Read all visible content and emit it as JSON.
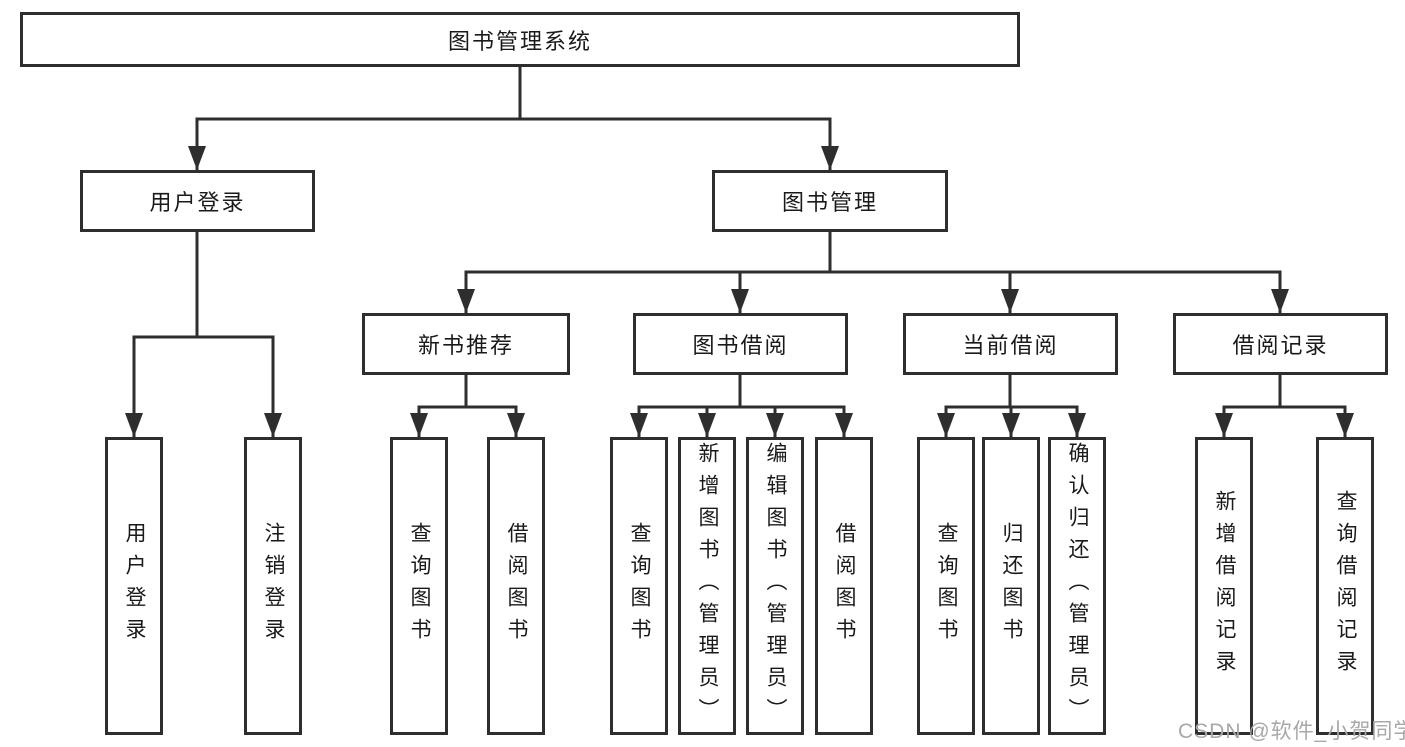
{
  "nodes": {
    "root": {
      "label": "图书管理系统"
    },
    "user_login": {
      "label": "用户登录"
    },
    "book_mgmt": {
      "label": "图书管理"
    },
    "new_book_rec": {
      "label": "新书推荐"
    },
    "book_borrow": {
      "label": "图书借阅"
    },
    "current_borrow": {
      "label": "当前借阅"
    },
    "borrow_records": {
      "label": "借阅记录"
    },
    "leaf_user_login": {
      "label": "用户登录"
    },
    "leaf_logout": {
      "label": "注销登录"
    },
    "leaf_query_book_rec": {
      "label": "查询图书"
    },
    "leaf_borrow_book_rec": {
      "label": "借阅图书"
    },
    "leaf_query_book_borrow": {
      "label": "查询图书"
    },
    "leaf_add_book_admin": {
      "label": "新增图书（管理员）"
    },
    "leaf_edit_book_admin": {
      "label": "编辑图书（管理员）"
    },
    "leaf_borrow_book_borrow": {
      "label": "借阅图书"
    },
    "leaf_query_book_current": {
      "label": "查询图书"
    },
    "leaf_return_book": {
      "label": "归还图书"
    },
    "leaf_confirm_return_admin": {
      "label": "确认归还（管理员）"
    },
    "leaf_add_borrow_record": {
      "label": "新增借阅记录"
    },
    "leaf_query_borrow_record": {
      "label": "查询借阅记录"
    }
  },
  "hierarchy": {
    "图书管理系统": {
      "用户登录": [
        "用户登录",
        "注销登录"
      ],
      "图书管理": {
        "新书推荐": [
          "查询图书",
          "借阅图书"
        ],
        "图书借阅": [
          "查询图书",
          "新增图书（管理员）",
          "编辑图书（管理员）",
          "借阅图书"
        ],
        "当前借阅": [
          "查询图书",
          "归还图书",
          "确认归还（管理员）"
        ],
        "借阅记录": [
          "新增借阅记录",
          "查询借阅记录"
        ]
      }
    }
  },
  "watermark": {
    "text": "CSDN @软件_小贺同学"
  },
  "colors": {
    "line": "#2e2e2e",
    "text": "#1a1a1a",
    "background": "#ffffff",
    "watermark": "#a8a8a8"
  }
}
